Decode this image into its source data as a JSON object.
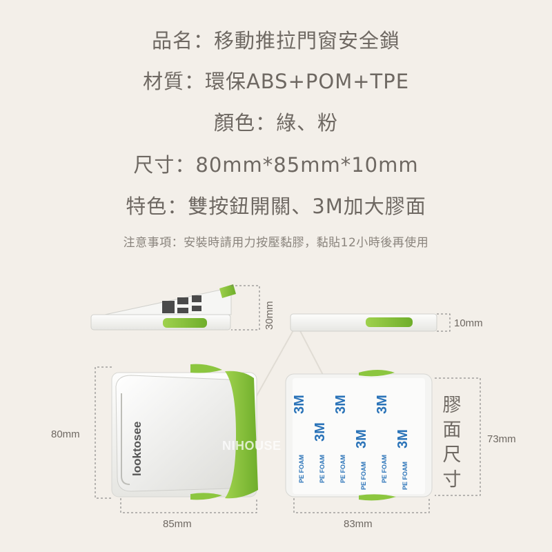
{
  "specs": {
    "name": "品名：移動推拉門窗安全鎖",
    "material": "材質：環保ABS+POM+TPE",
    "color": "顏色：綠、粉",
    "size": "尺寸：80mm*85mm*10mm",
    "feature": "特色：雙按鈕開關、3M加大膠面"
  },
  "note": "注意事項：安裝時請用力按壓黏膠，黏貼12小時後再使用",
  "dimensions": {
    "open_height": "30mm",
    "thickness": "10mm",
    "front_height": "80mm",
    "front_width": "85mm",
    "back_width": "83mm",
    "back_height": "73mm"
  },
  "area_label": [
    "膠",
    "面",
    "尺",
    "寸"
  ],
  "brand": "looktosee",
  "foam_brand": "3M",
  "foam_text": "PE FOAM",
  "watermark": "NIHOUSE",
  "colors": {
    "background": "#f3efe9",
    "accent_green": "#8cc63f",
    "device_white": "#f7f7f5"
  }
}
